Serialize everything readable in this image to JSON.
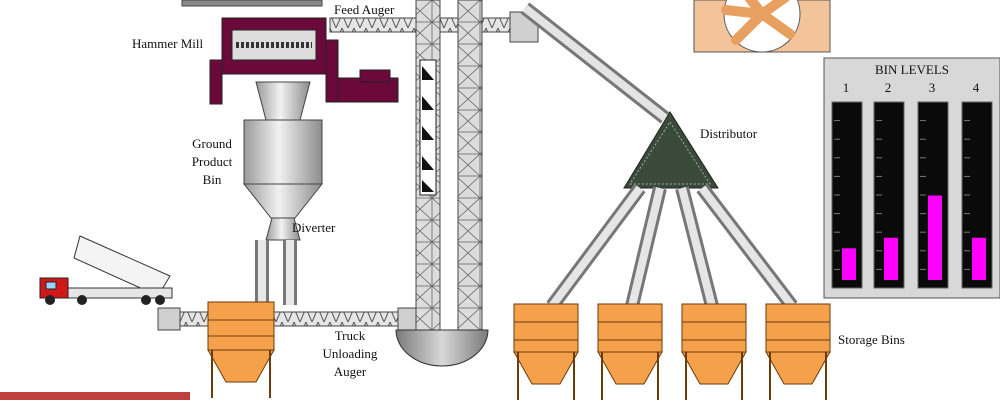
{
  "labels": {
    "feed_auger": "Feed Auger",
    "hammer_mill": "Hammer Mill",
    "ground_product_bin_line1": "Ground",
    "ground_product_bin_line2": "Product",
    "ground_product_bin_line3": "Bin",
    "diverter": "Diverter",
    "distributor": "Distributor",
    "truck_unloading_auger_line1": "Truck",
    "truck_unloading_auger_line2": "Unloading",
    "truck_unloading_auger_line3": "Auger",
    "storage_bins": "Storage Bins"
  },
  "bin_levels": {
    "title": "BIN LEVELS",
    "bins": [
      {
        "label": "1",
        "level": 0.18
      },
      {
        "label": "2",
        "level": 0.24
      },
      {
        "label": "3",
        "level": 0.48
      },
      {
        "label": "4",
        "level": 0.24
      }
    ],
    "fill_color": "#ff00ff"
  },
  "colors": {
    "bin_orange": "#f5a04a",
    "hammer_mill": "#6b0a3a",
    "pipe_gray": "#c8c8c8",
    "truck_red": "#d01818"
  },
  "icons": {
    "fan": "fan-icon",
    "truck": "truck-icon"
  }
}
